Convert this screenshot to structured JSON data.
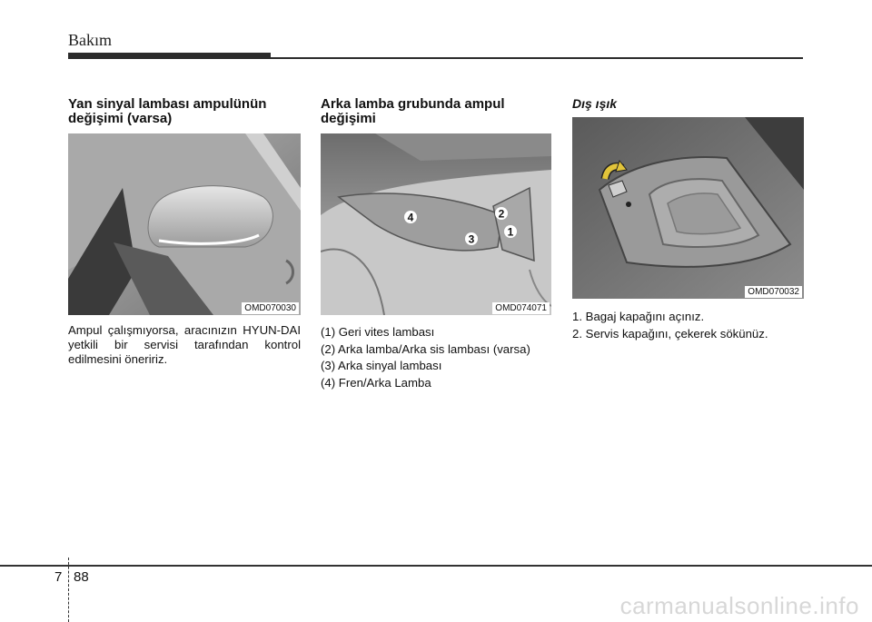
{
  "header": {
    "title": "Bakım"
  },
  "columns": [
    {
      "title": "Yan sinyal lambası ampulünün değişimi (varsa)",
      "title_lines": [
        "Yan sinyal lambası ampulünün",
        "değişimi (varsa)"
      ],
      "figure_code": "OMD070030",
      "body": "Ampul çalışmıyorsa, aracınızın HYUN-DAI yetkili bir  servisi tarafından kontrol edilmesini öneririz."
    },
    {
      "title": "Arka lamba grubunda ampul değişimi",
      "title_lines": [
        "Arka lamba grubunda ampul",
        "değişimi"
      ],
      "figure_code": "OMD074071",
      "callouts": [
        "4",
        "2",
        "3",
        "1"
      ],
      "items": [
        "(1) Geri vites lambası",
        "(2) Arka lamba/Arka sis lambası (varsa)",
        "(3) Arka sinyal lambası",
        "(4) Fren/Arka Lamba"
      ]
    },
    {
      "title": "Dış ışık",
      "figure_code": "OMD070032",
      "items": [
        "1.  Bagaj kapağını açınız.",
        "2.  Servis kapağını, çekerek sökünüz."
      ]
    }
  ],
  "footer": {
    "chapter": "7",
    "page": "88"
  },
  "watermark": "carmanualsonline.info"
}
